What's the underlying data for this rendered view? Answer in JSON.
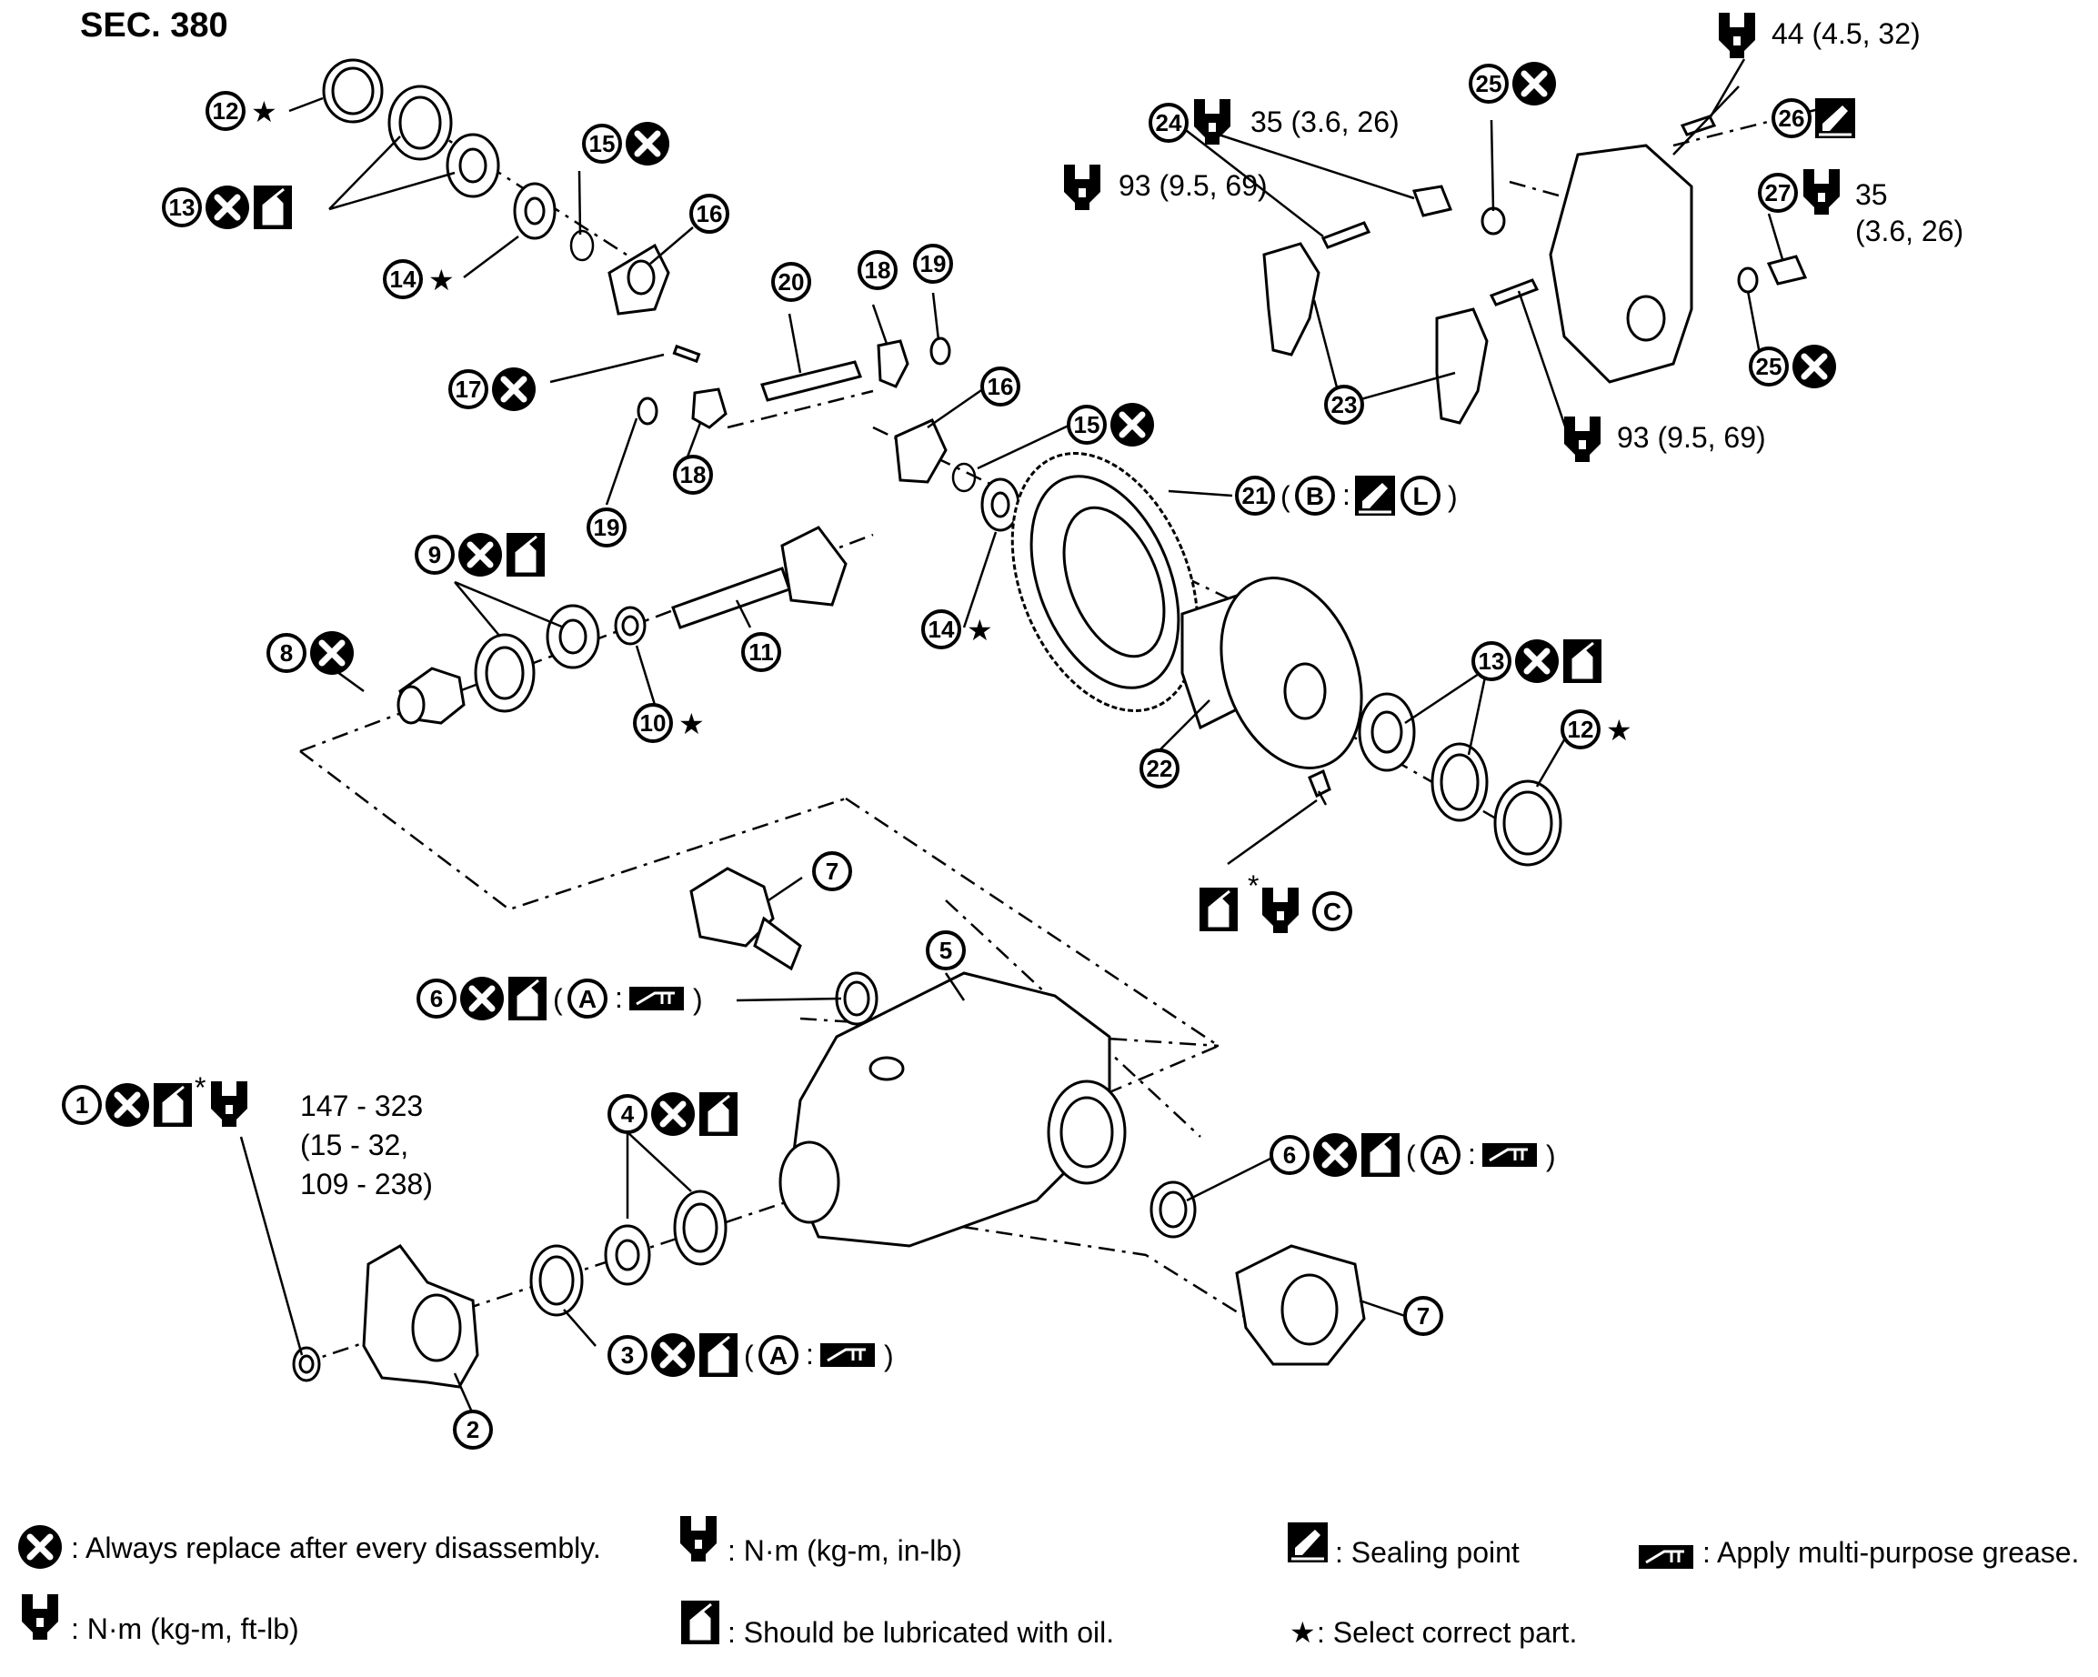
{
  "title": "SEC. 380",
  "labels": {
    "l1_torque": "147 - 323",
    "l1_torque_b": "(15 - 32,",
    "l1_torque_c": "109 - 238)",
    "l24_torque": "35 (3.6, 26)",
    "l93_top": "93 (9.5, 69)",
    "l93_bottom": "93 (9.5, 69)",
    "l44": "44 (4.5, 32)",
    "l27_a": "35",
    "l27_b": "(3.6, 26)",
    "paren_open": "(",
    "paren_close": ")",
    "colon": ":"
  },
  "callouts": [
    "1",
    "2",
    "3",
    "4",
    "5",
    "6",
    "6",
    "7",
    "7",
    "8",
    "9",
    "10",
    "11",
    "12",
    "12",
    "13",
    "13",
    "14",
    "14",
    "15",
    "15",
    "16",
    "16",
    "17",
    "18",
    "18",
    "19",
    "19",
    "20",
    "21",
    "22",
    "23",
    "24",
    "25",
    "25",
    "26",
    "27"
  ],
  "letters": {
    "a": "A",
    "b": "B",
    "c": "C",
    "l": "L"
  },
  "star": "★",
  "asterisk": "*",
  "legend": {
    "replace": ": Always replace after every disassembly.",
    "torque_in": ": N·m (kg-m, in-lb)",
    "sealing": ": Sealing point",
    "grease": ": Apply multi-purpose grease.",
    "torque_ft": ": N·m (kg-m, ft-lb)",
    "oil": ": Should be lubricated with oil.",
    "select": ": Select correct part."
  }
}
